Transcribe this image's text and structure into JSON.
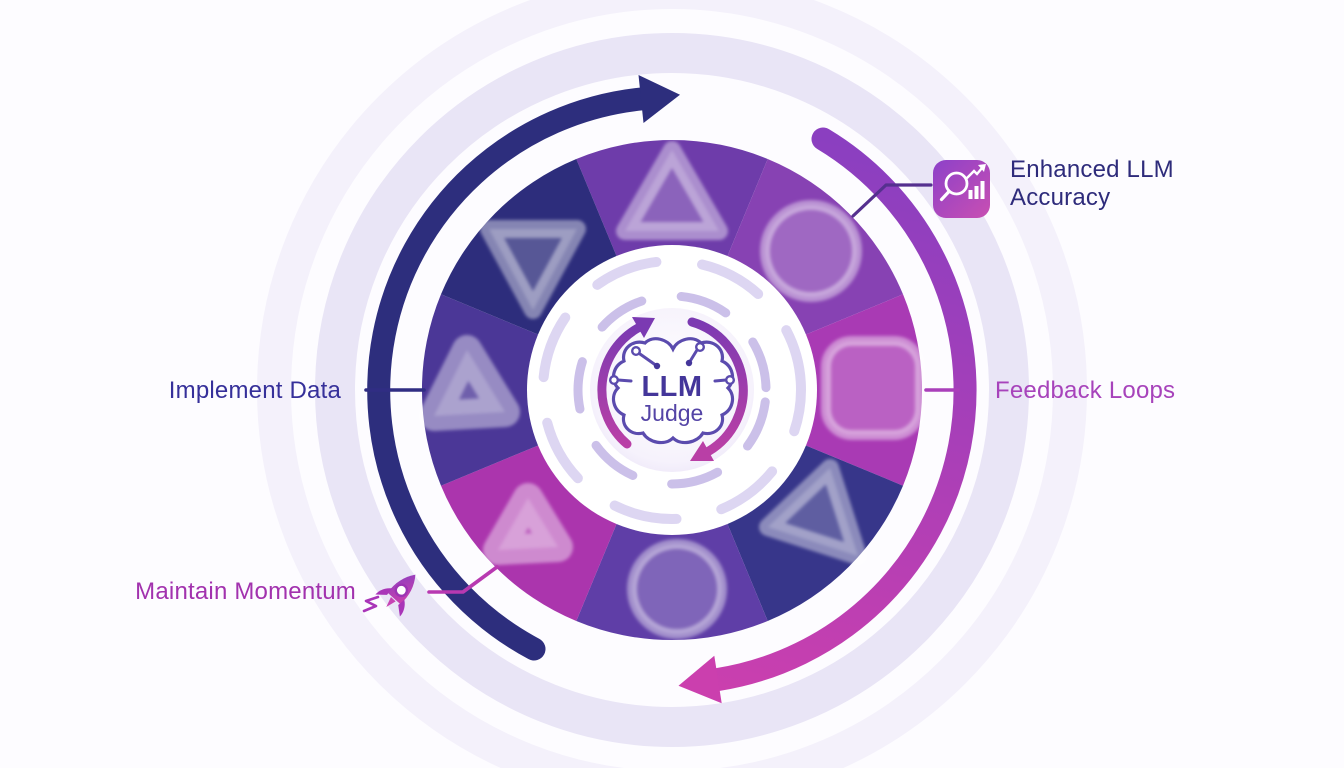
{
  "diagram": {
    "center": {
      "line1": "LLM",
      "line2": "Judge"
    },
    "labels": {
      "enhanced_llm_accuracy": {
        "line1": "Enhanced LLM",
        "line2": "Accuracy",
        "color": "#2e2b7b"
      },
      "feedback_loops": {
        "text": "Feedback Loops",
        "color": "#a743bb"
      },
      "implement_data": {
        "text": "Implement Data",
        "color": "#36309a"
      },
      "maintain_momentum": {
        "text": "Maintain Momentum",
        "color": "#a232ae"
      }
    },
    "icons": {
      "accuracy": "magnifier-bar-chart-icon",
      "momentum": "rocket-icon",
      "center": "brain-circuit-icon"
    },
    "wheel": {
      "segments": [
        {
          "position": "top",
          "shape": "triangle-up",
          "color": "#6e3caa"
        },
        {
          "position": "top-right",
          "shape": "circle",
          "color": "#8742b3"
        },
        {
          "position": "right",
          "shape": "rounded-square",
          "color": "#a93ab4"
        },
        {
          "position": "bottom-right",
          "shape": "triangle-left",
          "color": "#37368a"
        },
        {
          "position": "bottom",
          "shape": "circle",
          "color": "#5f3ea7"
        },
        {
          "position": "bottom-left",
          "shape": "rounded-triangle",
          "color": "#ab35ad"
        },
        {
          "position": "left",
          "shape": "rounded-triangle",
          "color": "#4b3797"
        },
        {
          "position": "top-left",
          "shape": "triangle-down",
          "color": "#2d2d7c"
        }
      ]
    },
    "theme": {
      "background": "#fdfcff",
      "outer_ring": "#e9e5f6",
      "outer_ring_faint": "#f4f1fb",
      "arrow_navy": "#2d2e7d",
      "arrow_purple": "#8b3fc0",
      "arrow_magenta": "#cb3fae",
      "inner_arrow_purple": "#7b3ab2",
      "inner_arrow_magenta": "#b93fa6",
      "dash_ring_outer": "#ddd6f2",
      "dash_ring_inner": "#cbc0e9",
      "center_text": "#44369a",
      "center_subtext": "#5444a6",
      "brain_outline": "#5b4bae",
      "icon_grad_start": "#8d41c9",
      "icon_grad_end": "#c94fb2",
      "connector_top_right": "#55308f",
      "connector_right": "#aa3fba",
      "connector_left": "#302d83",
      "connector_bottom_left": "#b839b1"
    }
  }
}
